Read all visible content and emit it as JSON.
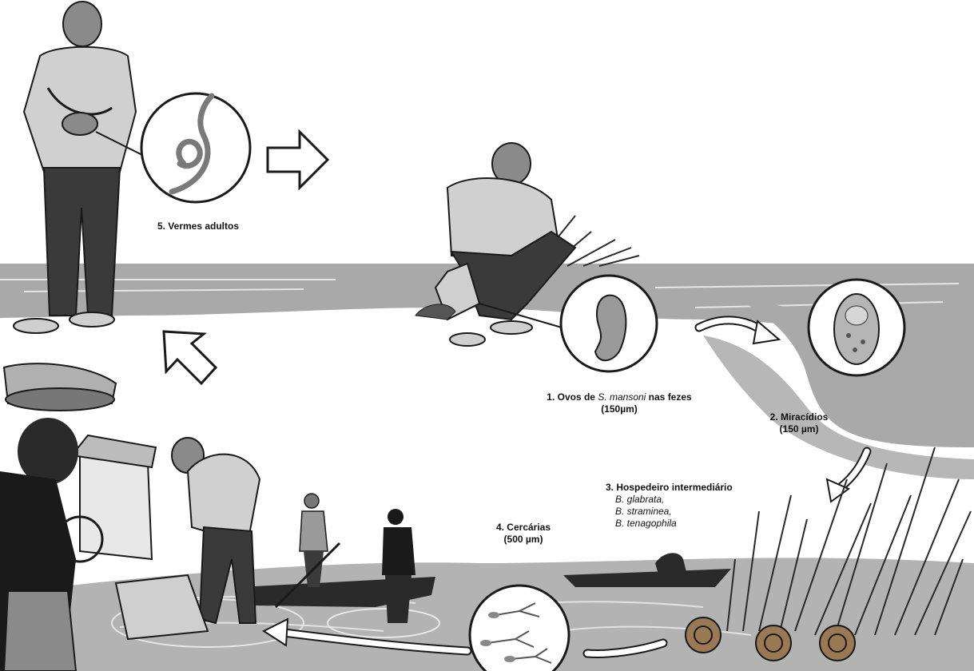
{
  "stages": {
    "stage1": {
      "prefix": "1. Ovos de ",
      "species": "S. mansoni",
      "suffix": " nas fezes",
      "size": "(150µm)"
    },
    "stage2": {
      "title": "2. Miracídios",
      "size": "(150 µm)"
    },
    "stage3": {
      "title": "3. Hospedeiro intermediário",
      "species": [
        "B. glabrata,",
        "B. straminea,",
        "B. tenagophila"
      ]
    },
    "stage4": {
      "title": "4. Cercárias",
      "size": "(500 µm)"
    },
    "stage5": {
      "title": "5. Vermes adultos"
    }
  },
  "colors": {
    "water": "#a9a9a9",
    "water_dark": "#8c8c8c",
    "ink": "#1a1a1a",
    "skin": "#8a8a8a",
    "shirt": "#cfcfcf",
    "pants": "#3a3a3a",
    "snail": "#9a7a55"
  }
}
